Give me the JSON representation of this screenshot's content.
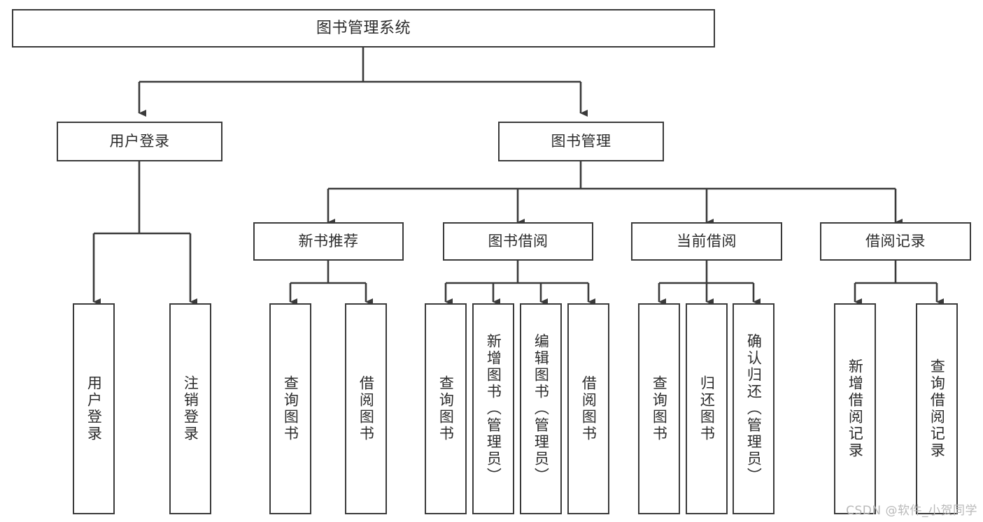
{
  "diagram": {
    "type": "tree-hierarchy",
    "title": "图书管理系统",
    "watermark": "CSDN @软件_小贺同学",
    "colors": {
      "stroke": "#3a3a3a",
      "background": "#ffffff",
      "text": "#2b2b2b",
      "watermark": "#b9b9b9"
    },
    "levels": {
      "root": {
        "label": "图书管理系统"
      },
      "level1": [
        {
          "id": "user-login",
          "label": "用户登录"
        },
        {
          "id": "book-manage",
          "label": "图书管理"
        }
      ],
      "level2": [
        {
          "id": "new-book-recommend",
          "label": "新书推荐",
          "parent": "book-manage"
        },
        {
          "id": "book-borrow",
          "label": "图书借阅",
          "parent": "book-manage"
        },
        {
          "id": "current-borrow",
          "label": "当前借阅",
          "parent": "book-manage"
        },
        {
          "id": "borrow-record",
          "label": "借阅记录",
          "parent": "book-manage"
        }
      ],
      "leaves": {
        "user-login": [
          {
            "id": "leaf-user-login",
            "label": "用户登录"
          },
          {
            "id": "leaf-logout",
            "label": "注销登录"
          }
        ],
        "new-book-recommend": [
          {
            "id": "leaf-query-book-1",
            "label": "查询图书"
          },
          {
            "id": "leaf-borrow-book-1",
            "label": "借阅图书"
          }
        ],
        "book-borrow": [
          {
            "id": "leaf-query-book-2",
            "label": "查询图书"
          },
          {
            "id": "leaf-add-book",
            "label": "新增图书（管理员）"
          },
          {
            "id": "leaf-edit-book",
            "label": "编辑图书（管理员）"
          },
          {
            "id": "leaf-borrow-book-2",
            "label": "借阅图书"
          }
        ],
        "current-borrow": [
          {
            "id": "leaf-query-book-3",
            "label": "查询图书"
          },
          {
            "id": "leaf-return-book",
            "label": "归还图书"
          },
          {
            "id": "leaf-confirm-return",
            "label": "确认归还（管理员）"
          }
        ],
        "borrow-record": [
          {
            "id": "leaf-add-record",
            "label": "新增借阅记录"
          },
          {
            "id": "leaf-query-record",
            "label": "查询借阅记录"
          }
        ]
      }
    }
  }
}
